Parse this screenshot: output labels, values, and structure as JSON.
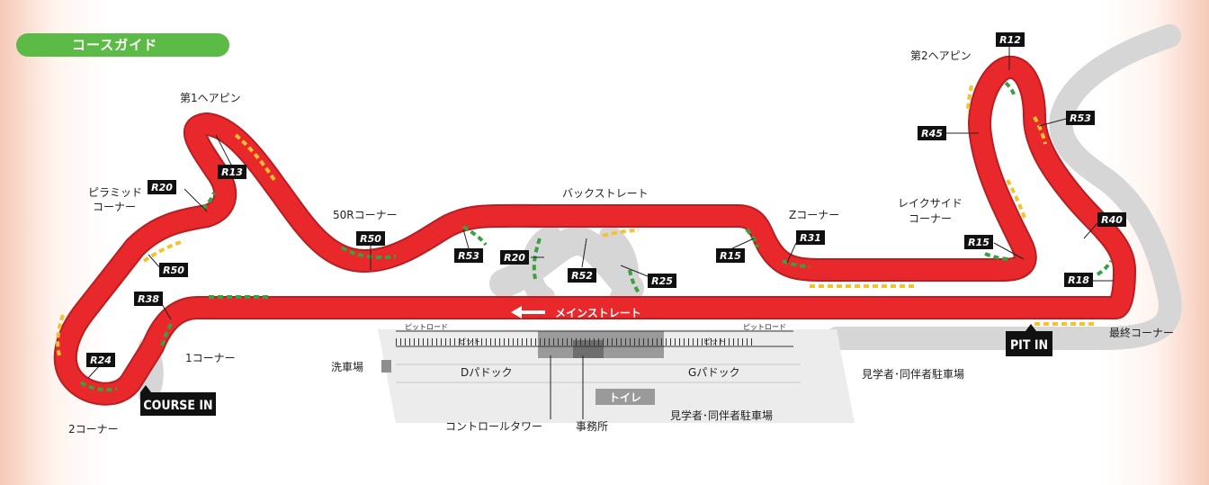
{
  "header": {
    "title": "コースガイド"
  },
  "corners": {
    "hairpin1": "第1ヘアピン",
    "pyramid_l1": "ピラミッド",
    "pyramid_l2": "コーナー",
    "r50_corner": "50Rコーナー",
    "back_straight": "バックストレート",
    "z_corner": "Zコーナー",
    "lakeside_l1": "レイクサイド",
    "lakeside_l2": "コーナー",
    "hairpin2": "第2ヘアピン",
    "final_corner": "最終コーナー",
    "corner1": "1コーナー",
    "corner2": "2コーナー"
  },
  "radii": {
    "r12": "R12",
    "r13": "R13",
    "r20a": "R20",
    "r50a": "R50",
    "r38": "R38",
    "r24": "R24",
    "r50b": "R50",
    "r53a": "R53",
    "r20b": "R20",
    "r52": "R52",
    "r25": "R25",
    "r15a": "R15",
    "r31": "R31",
    "r45": "R45",
    "r53b": "R53",
    "r40": "R40",
    "r15b": "R15",
    "r18": "R18"
  },
  "pit": {
    "main_straight": "メインストレート",
    "pit_road_left": "ピットロード",
    "pit_road_right": "ピットロード",
    "pit_left": "ピット",
    "pit_right": "ピット",
    "pit_in": "PIT IN",
    "course_in": "COURSE IN"
  },
  "facilities": {
    "car_wash": "洗車場",
    "d_paddock": "Dパドック",
    "g_paddock": "Gパドック",
    "toilet": "トイレ",
    "control_tower": "コントロールタワー",
    "office": "事務所",
    "parking_center": "見学者･同伴者駐車場",
    "parking_right": "見学者･同伴者駐車場"
  },
  "colors": {
    "track": "#e8282b",
    "runoff": "#d9d9d9",
    "curb_green": "#3aa040",
    "curb_yellow": "#f2c230",
    "label_bg": "#111111",
    "badge": "#5bbb46"
  }
}
